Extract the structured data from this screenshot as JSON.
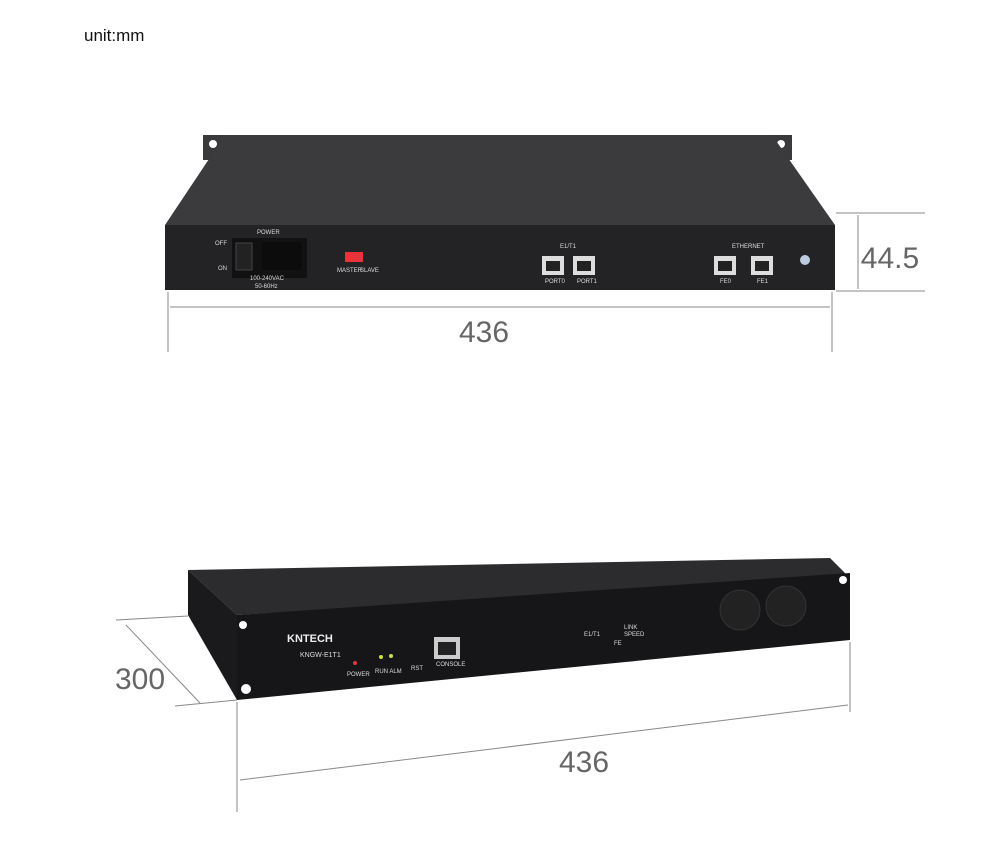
{
  "unit_label": "unit:mm",
  "rear_view": {
    "labels": {
      "power": "POWER",
      "off": "OFF",
      "on": "ON",
      "voltage": "100-240VAC",
      "freq": "50-60Hz",
      "master": "MASTER",
      "slave": "SLAVE",
      "e1t1": "E1/T1",
      "port0": "PORT0",
      "port1": "PORT1",
      "ethernet": "ETHERNET",
      "fe0": "FE0",
      "fe1": "FE1"
    },
    "width_dim": "436",
    "height_dim": "44.5"
  },
  "front_view": {
    "brand": "KNTECH",
    "model": "KNGW-E1T1",
    "labels": {
      "power": "POWER",
      "run_alm": "RUN ALM",
      "rst": "RST",
      "console": "CONSOLE",
      "e1t1": "E1/T1",
      "fe": "FE",
      "link": "LINK",
      "speed": "SPEED"
    },
    "depth_dim": "300",
    "width_dim": "436"
  },
  "colors": {
    "chassis": "#2a2a2c",
    "switch": "#e8333a",
    "dimension": "#666666"
  }
}
